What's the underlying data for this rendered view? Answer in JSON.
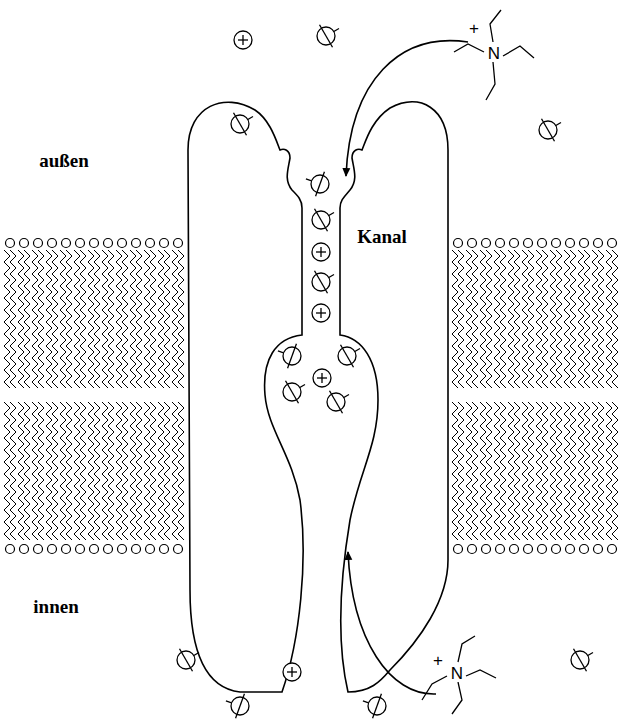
{
  "diagram": {
    "labels": [
      "außen",
      "Kanal",
      "innen",
      "+",
      "N",
      "+",
      "N"
    ]
  }
}
